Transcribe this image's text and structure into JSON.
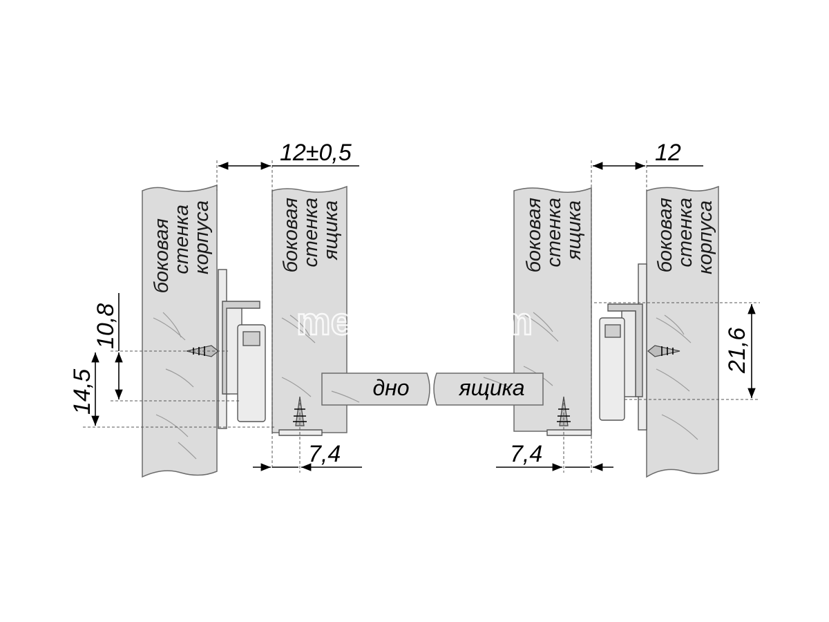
{
  "labels": {
    "cabinet_side_left": [
      "боковая",
      "стенка",
      "корпуса"
    ],
    "drawer_side_left": [
      "боковая",
      "стенка",
      "ящика"
    ],
    "drawer_side_right": [
      "боковая",
      "стенка",
      "ящика"
    ],
    "cabinet_side_right": [
      "боковая",
      "стенка",
      "корпуса"
    ],
    "bottom_left": "дно",
    "bottom_right": "ящика"
  },
  "dimensions": {
    "gap_left": "12±0,5",
    "gap_right": "12",
    "height_left_upper": "10,8",
    "height_left_total": "14,5",
    "height_right": "21,6",
    "offset_left": "7,4",
    "offset_right": "7,4"
  },
  "watermark": "mebelet.com",
  "colors": {
    "panel_fill": "#dcdcdc",
    "panel_stroke": "#6a6a6a",
    "dimension_line": "#000000"
  }
}
